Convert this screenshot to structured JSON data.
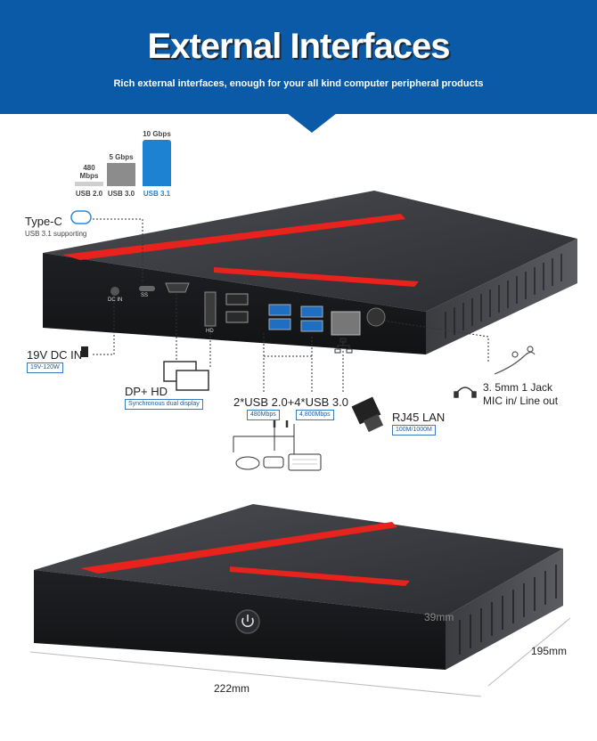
{
  "header": {
    "title": "External Interfaces",
    "subtitle": "Rich external interfaces, enough for your all kind computer peripheral products"
  },
  "speed_chart": {
    "bars": [
      {
        "top_label": "480\nMbps",
        "bottom_label": "USB 2.0",
        "color": "#cfcfcf"
      },
      {
        "top_label": "5 Gbps",
        "bottom_label": "USB 3.0",
        "color": "#8c8c8c"
      },
      {
        "top_label": "10 Gbps",
        "bottom_label": "USB 3.1",
        "color": "#1e82d2"
      }
    ]
  },
  "callouts": {
    "type_c_title": "Type-C",
    "type_c_sub": "USB 3.1 supporting",
    "dc_title": "19V DC IN",
    "dc_box": "19V-120W",
    "dp_title": "DP+ HD",
    "dp_box": "Synchronous dual display",
    "usb_title": "2*USB 2.0+4*USB 3.0",
    "usb_box_1": "480Mbps",
    "usb_box_2": "4,800Mbps",
    "rj45_title": "RJ45 LAN",
    "rj45_box": "100M/1000M",
    "audio_line1": "3. 5mm 1 Jack",
    "audio_line2": "MIC in/ Line out"
  },
  "port_labels": {
    "dc_in": "DC IN",
    "ss": "SS",
    "hd": "HD"
  },
  "dimensions": {
    "height": "39mm",
    "depth": "195mm",
    "width": "222mm"
  },
  "colors": {
    "header_blue": "#0a5aa8",
    "accent_red": "#e8221c",
    "case_dark": "#2b2d31"
  }
}
